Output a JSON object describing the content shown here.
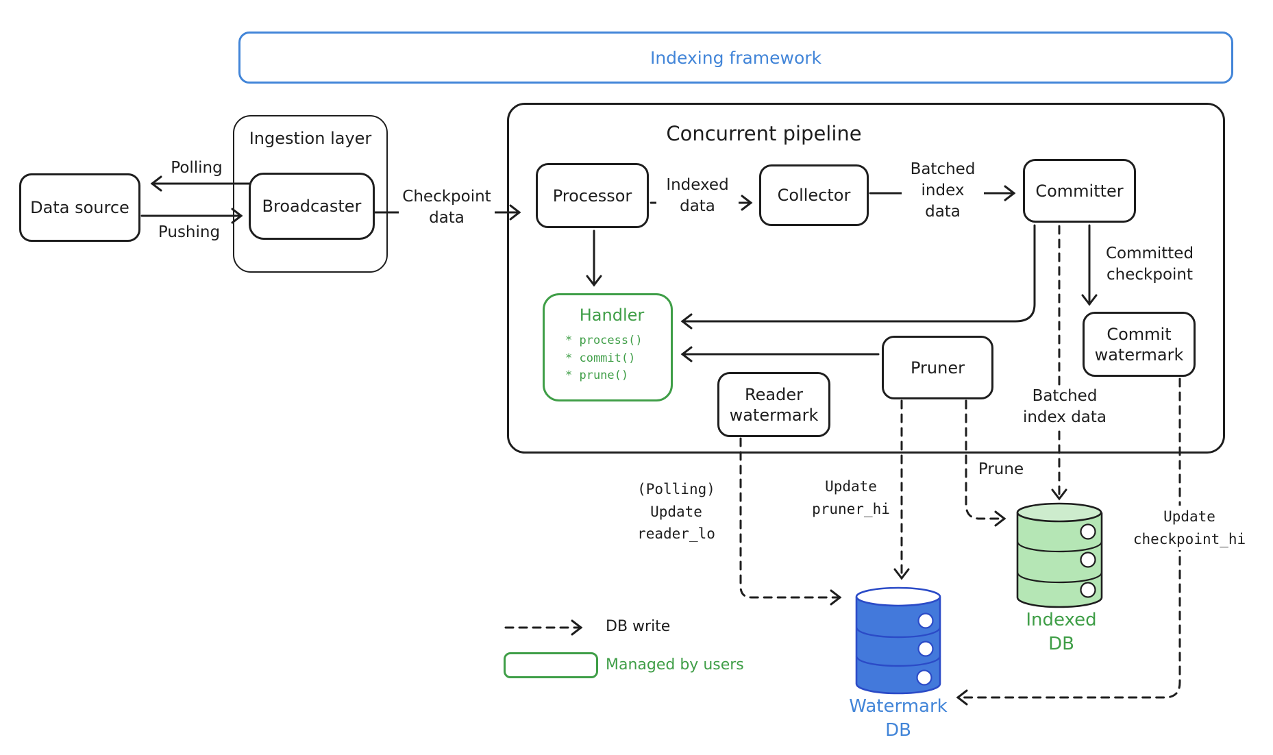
{
  "colors": {
    "ink": "#1e1e1e",
    "accent_blue": "#4285d8",
    "watermark_db_fill": "#4379db",
    "watermark_db_stroke": "#2b4bc7",
    "accent_green": "#3f9e47",
    "indexed_db_fill": "#b5e6b5"
  },
  "banner": {
    "title": "Indexing framework"
  },
  "containers": {
    "ingestion_layer": {
      "label": "Ingestion layer"
    },
    "concurrent_pipeline": {
      "label": "Concurrent pipeline"
    }
  },
  "nodes": {
    "data_source": {
      "label": "Data source"
    },
    "broadcaster": {
      "label": "Broadcaster"
    },
    "processor": {
      "label": "Processor"
    },
    "collector": {
      "label": "Collector"
    },
    "committer": {
      "label": "Committer"
    },
    "handler": {
      "title": "Handler",
      "methods": [
        "* process()",
        "* commit()",
        "* prune()"
      ]
    },
    "reader_watermark": {
      "label": "Reader\nwatermark"
    },
    "pruner": {
      "label": "Pruner"
    },
    "commit_watermark": {
      "label": "Commit\nwatermark"
    }
  },
  "databases": {
    "watermark_db": {
      "label": "Watermark\nDB"
    },
    "indexed_db": {
      "label": "Indexed\nDB"
    }
  },
  "edge_labels": {
    "polling": "Polling",
    "pushing": "Pushing",
    "checkpoint_data": "Checkpoint\ndata",
    "indexed_data": "Indexed\ndata",
    "batched_index_data": "Batched\nindex\ndata",
    "committed_checkpoint": "Committed\ncheckpoint",
    "batched_index_data_2": "Batched\nindex data",
    "polling_update_reader_lo": "(Polling)\nUpdate\nreader_lo",
    "update_pruner_hi": "Update\npruner_hi",
    "prune": "Prune",
    "update_checkpoint_hi": "Update\ncheckpoint_hi"
  },
  "legend": {
    "db_write": "DB write",
    "managed_by_users": "Managed by users"
  }
}
